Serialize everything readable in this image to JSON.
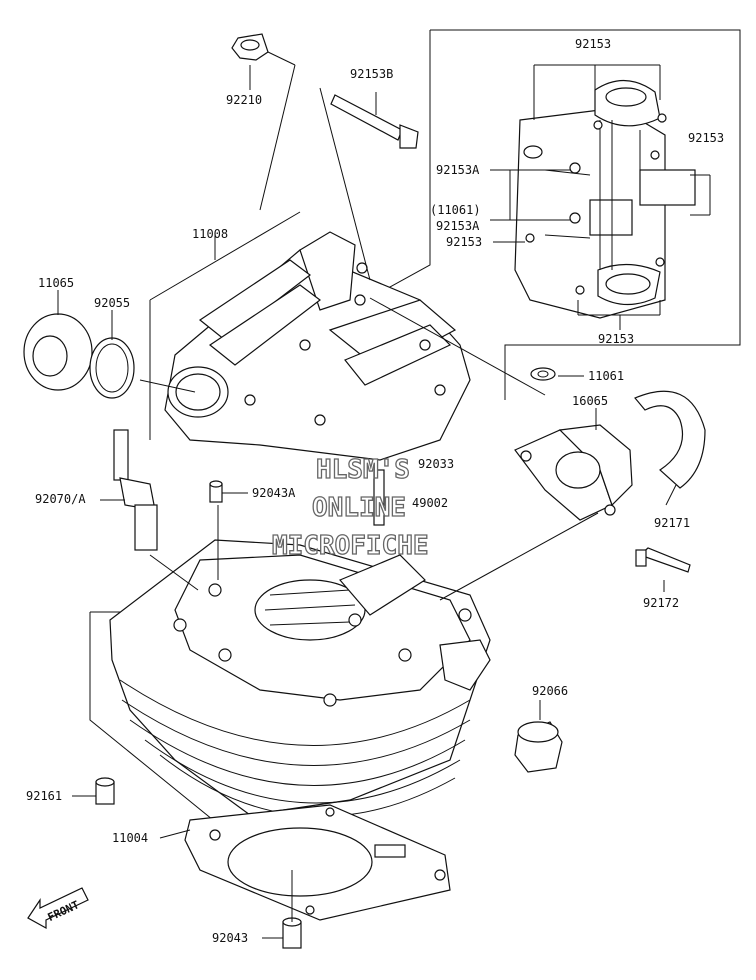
{
  "labels": {
    "p92210": "92210",
    "p92153B": "92153B",
    "p92153_top": "92153",
    "p92153_right": "92153",
    "p92153A_1": "92153A",
    "p11061_paren": "(11061)",
    "p92153A_2": "92153A",
    "p92153_left": "92153",
    "p92153_bottom": "92153",
    "p11008": "11008",
    "p11065": "11065",
    "p92055": "92055",
    "p11061": "11061",
    "p16065": "16065",
    "p92033": "92033",
    "p49002": "49002",
    "p92070A": "92070/A",
    "p92043A": "92043A",
    "p92171": "92171",
    "p92172": "92172",
    "p92066": "92066",
    "p92161": "92161",
    "p11004": "11004",
    "p92043": "92043"
  },
  "watermark": {
    "line1": "HLSM'S",
    "line2": "ONLINE",
    "line3": "MICROFICHE"
  },
  "front_arrow": {
    "label": "FRONT"
  }
}
